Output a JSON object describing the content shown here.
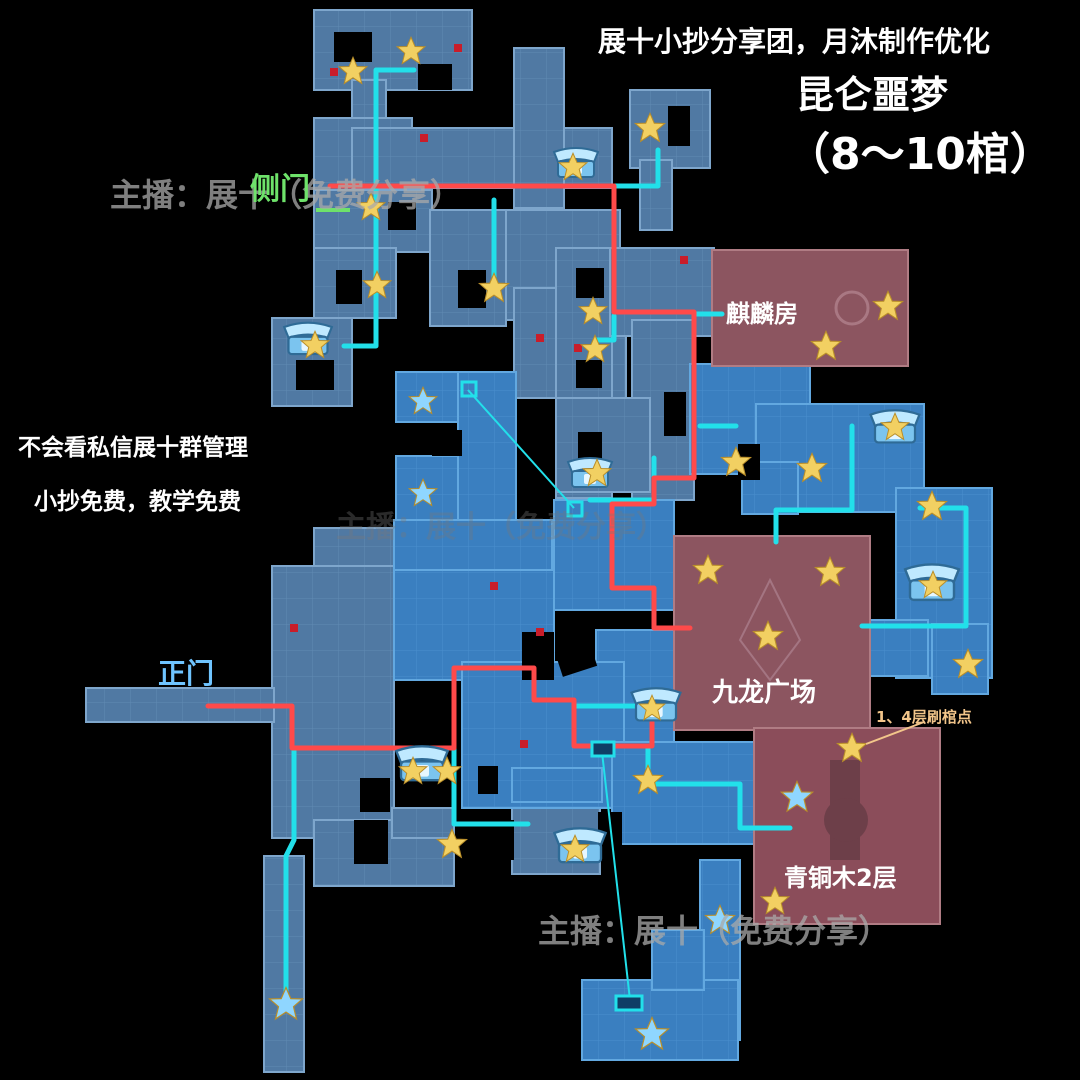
{
  "header": {
    "credit": "展十小抄分享团，月沐制作优化",
    "map_name": "昆仑噩梦",
    "coffin_range": "（8～10棺）"
  },
  "notes": {
    "line1": "不会看私信展十群管理",
    "line2": "小抄免费，教学免费"
  },
  "watermarks": {
    "streamer": "主播：展十（免费分享）"
  },
  "entrances": {
    "side_door": "侧门",
    "main_door": "正门"
  },
  "rooms": {
    "qilin": "麒麟房",
    "jiulong": "九龙广场",
    "qingtong": "青铜木2层"
  },
  "annotations": {
    "refresh_point": "1、4层刷棺点"
  },
  "colors": {
    "background": "#000000",
    "corridor": "#4f79a4",
    "corridor_bright": "#3f86c8",
    "room_fill": "#8c5560",
    "main_route": "#ff4a4a",
    "branch_route": "#22e0ea",
    "star_gold": "#f2d062",
    "star_blue": "#8fd6ff",
    "side_door": "#6ee26a",
    "main_door_label": "#6fc4ff"
  },
  "icons": {
    "chest": "coffin-chest-icon",
    "star": "star-icon",
    "marker": "square-marker-icon"
  }
}
